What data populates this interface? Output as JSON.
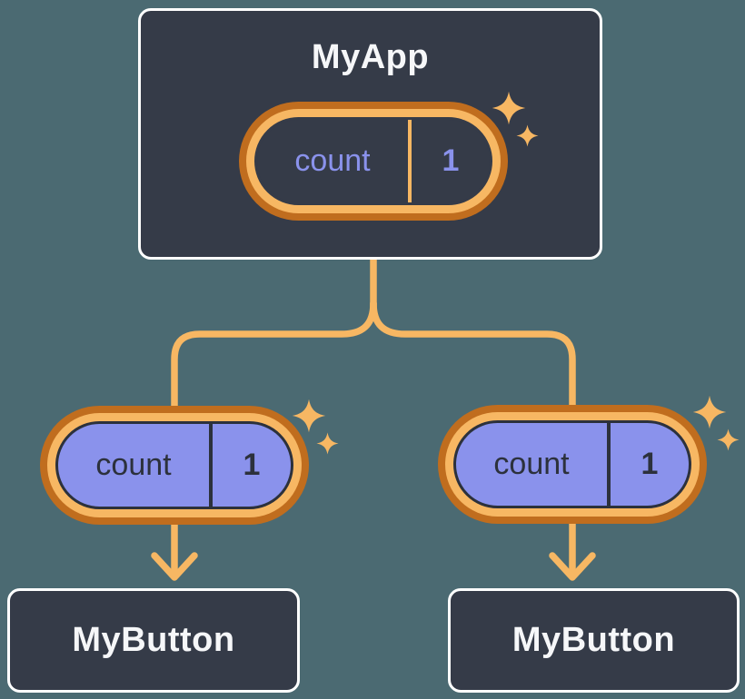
{
  "diagram": {
    "type": "react-state-tree",
    "root": {
      "title": "MyApp",
      "state_pill": {
        "name": "count",
        "value": "1"
      }
    },
    "children": [
      {
        "title": "MyButton",
        "prop_pill": {
          "name": "count",
          "value": "1"
        }
      },
      {
        "title": "MyButton",
        "prop_pill": {
          "name": "count",
          "value": "1"
        }
      }
    ]
  },
  "icons": {
    "sparkle": "four-pointed star glyph (one large, one small) at top-right of each pill"
  },
  "colors": {
    "background": "#4B6A72",
    "node_fill": "#353B48",
    "node_border": "#FFFFFF",
    "node_text": "#F6F7F9",
    "pill_ring_outer": "#C06D1E",
    "pill_ring_inner": "#F7B763",
    "state_pill_fill": "#353B48",
    "state_pill_text": "#8A92EC",
    "prop_pill_fill": "#8A92EC",
    "prop_pill_text": "#2C313C",
    "connector": "#F7B763",
    "sparkle": "#F7B763"
  }
}
